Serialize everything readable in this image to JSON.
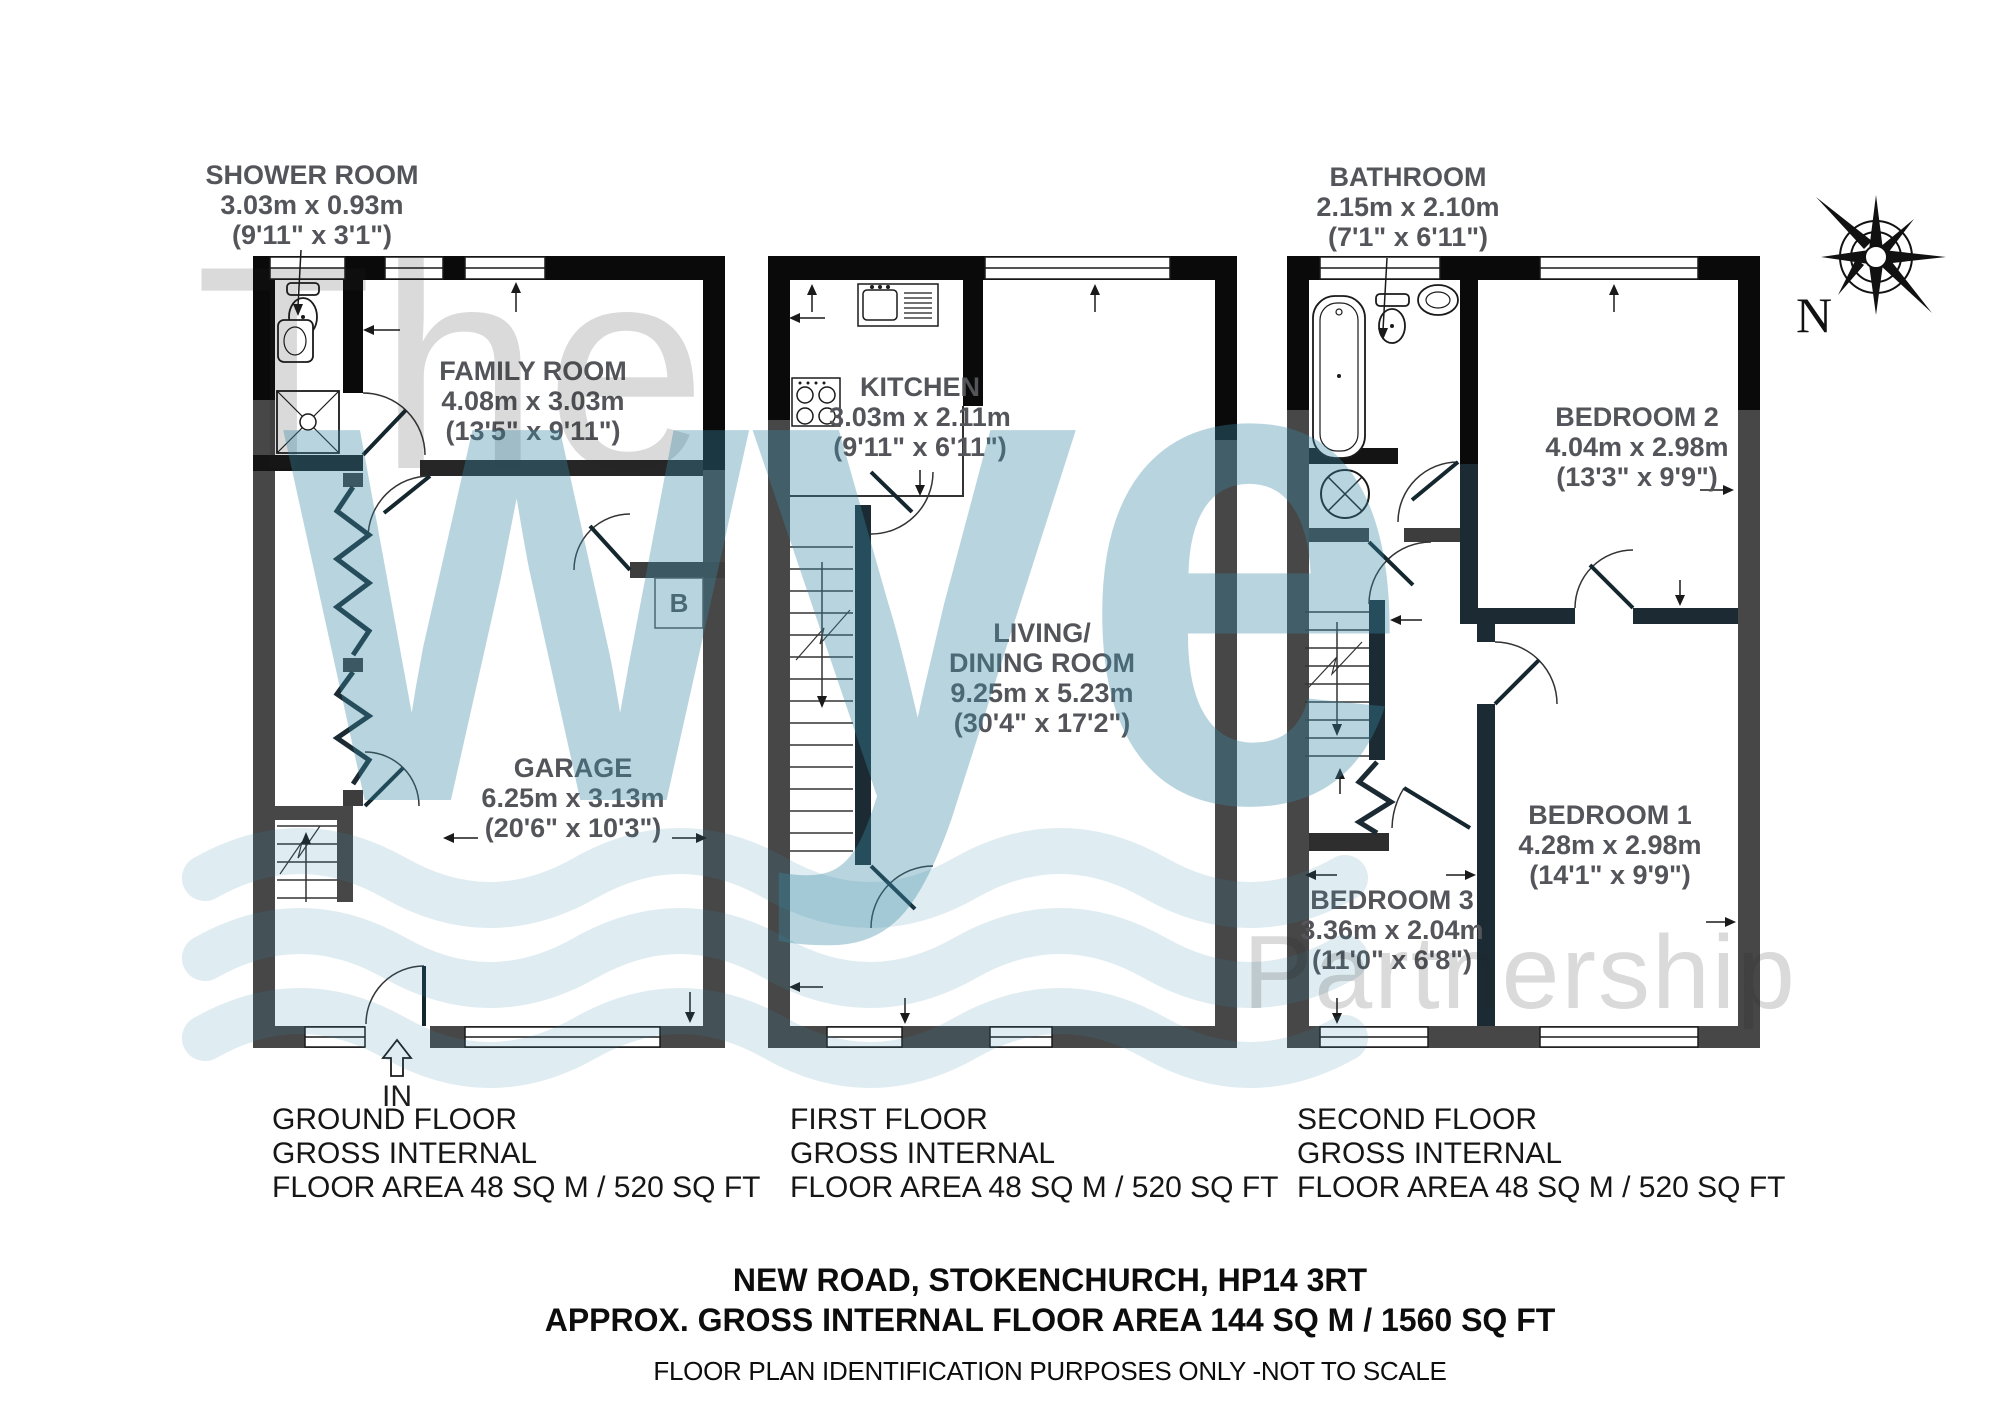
{
  "watermark": {
    "the": "The",
    "wye": "wye",
    "partnership": "Partnership",
    "accent_color": "#3a8ba7"
  },
  "compass": {
    "north_label": "N"
  },
  "plan": {
    "ground_floor": {
      "caption": [
        "GROUND FLOOR",
        "GROSS INTERNAL",
        "FLOOR AREA 48 SQ M / 520 SQ FT"
      ],
      "rooms": {
        "shower_room": {
          "name": "SHOWER ROOM",
          "metric": "3.03m x 0.93m",
          "imperial": "(9'11\" x 3'1\")"
        },
        "family_room": {
          "name": "FAMILY ROOM",
          "metric": "4.08m x 3.03m",
          "imperial": "(13'5\" x 9'11\")"
        },
        "garage": {
          "name": "GARAGE",
          "metric": "6.25m x 3.13m",
          "imperial": "(20'6\" x 10'3\")"
        }
      },
      "boiler_label": "B",
      "entrance_label": "IN"
    },
    "first_floor": {
      "caption": [
        "FIRST FLOOR",
        "GROSS INTERNAL",
        "FLOOR AREA 48 SQ M / 520 SQ FT"
      ],
      "rooms": {
        "kitchen": {
          "name": "KITCHEN",
          "metric": "3.03m x 2.11m",
          "imperial": "(9'11\" x 6'11\")"
        },
        "living_dining": {
          "name": "LIVING/",
          "name2": "DINING ROOM",
          "metric": "9.25m x 5.23m",
          "imperial": "(30'4\" x 17'2\")"
        }
      }
    },
    "second_floor": {
      "caption": [
        "SECOND FLOOR",
        "GROSS INTERNAL",
        "FLOOR AREA 48 SQ M / 520 SQ FT"
      ],
      "rooms": {
        "bathroom": {
          "name": "BATHROOM",
          "metric": "2.15m x 2.10m",
          "imperial": "(7'1\" x 6'11\")"
        },
        "bedroom2": {
          "name": "BEDROOM 2",
          "metric": "4.04m x 2.98m",
          "imperial": "(13'3\" x 9'9\")"
        },
        "bedroom1": {
          "name": "BEDROOM 1",
          "metric": "4.28m x 2.98m",
          "imperial": "(14'1\" x 9'9\")"
        },
        "bedroom3": {
          "name": "BEDROOM 3",
          "metric": "3.36m x 2.04m",
          "imperial": "(11'0\" x 6'8\")"
        }
      }
    }
  },
  "footer": {
    "address": "NEW ROAD, STOKENCHURCH, HP14 3RT",
    "total_area": "APPROX. GROSS INTERNAL FLOOR AREA 144 SQ M / 1560 SQ FT",
    "disclaimer": "FLOOR PLAN IDENTIFICATION PURPOSES ONLY -NOT TO SCALE"
  }
}
